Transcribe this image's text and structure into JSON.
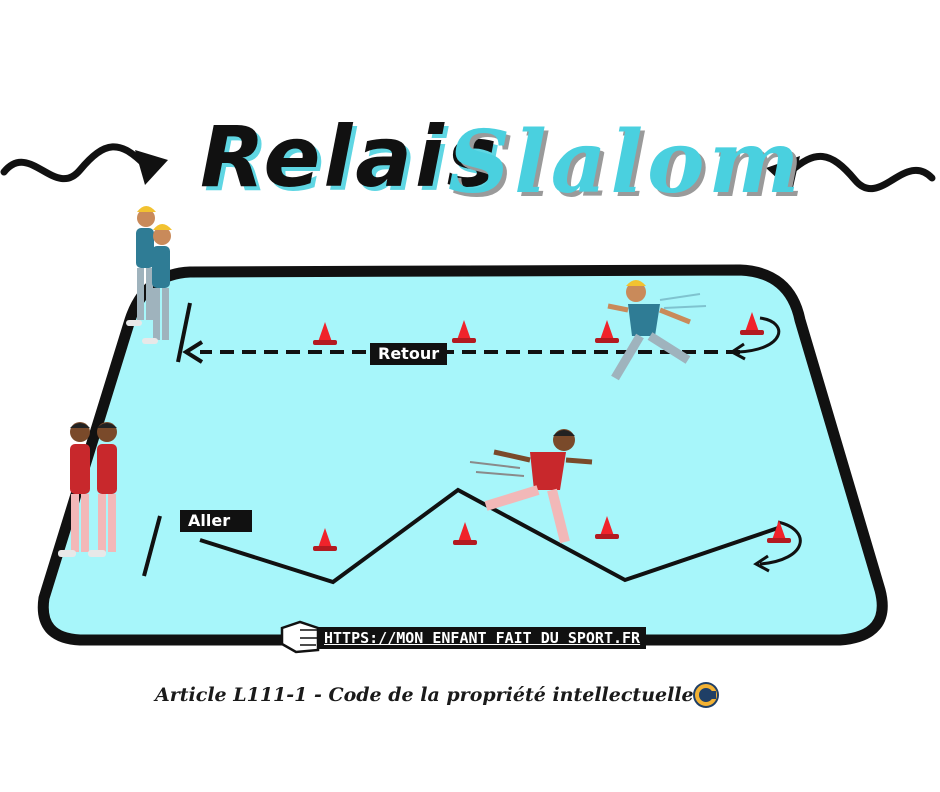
{
  "title": {
    "word1": "Relais",
    "word2": "Slalom"
  },
  "labels": {
    "retour": "Retour",
    "aller": "Aller"
  },
  "url": "HTTPS://MON ENFANT FAIT DU SPORT.FR",
  "copyright": "Article L111-1 - Code de la propriété intellectuelle",
  "icons": {
    "squiggle_left": "squiggle-arrow-right-icon",
    "squiggle_right": "squiggle-arrow-left-icon",
    "pointer": "pointing-hand-icon",
    "copyright": "copyright-icon",
    "cone": "cone-icon"
  },
  "colors": {
    "field": "#a7f6fa",
    "field_border": "#111111",
    "accent": "#4ad0df",
    "cone": "#f0232b",
    "blue_team_shirt": "#2f7c95",
    "red_team_shirt": "#c8282c"
  }
}
